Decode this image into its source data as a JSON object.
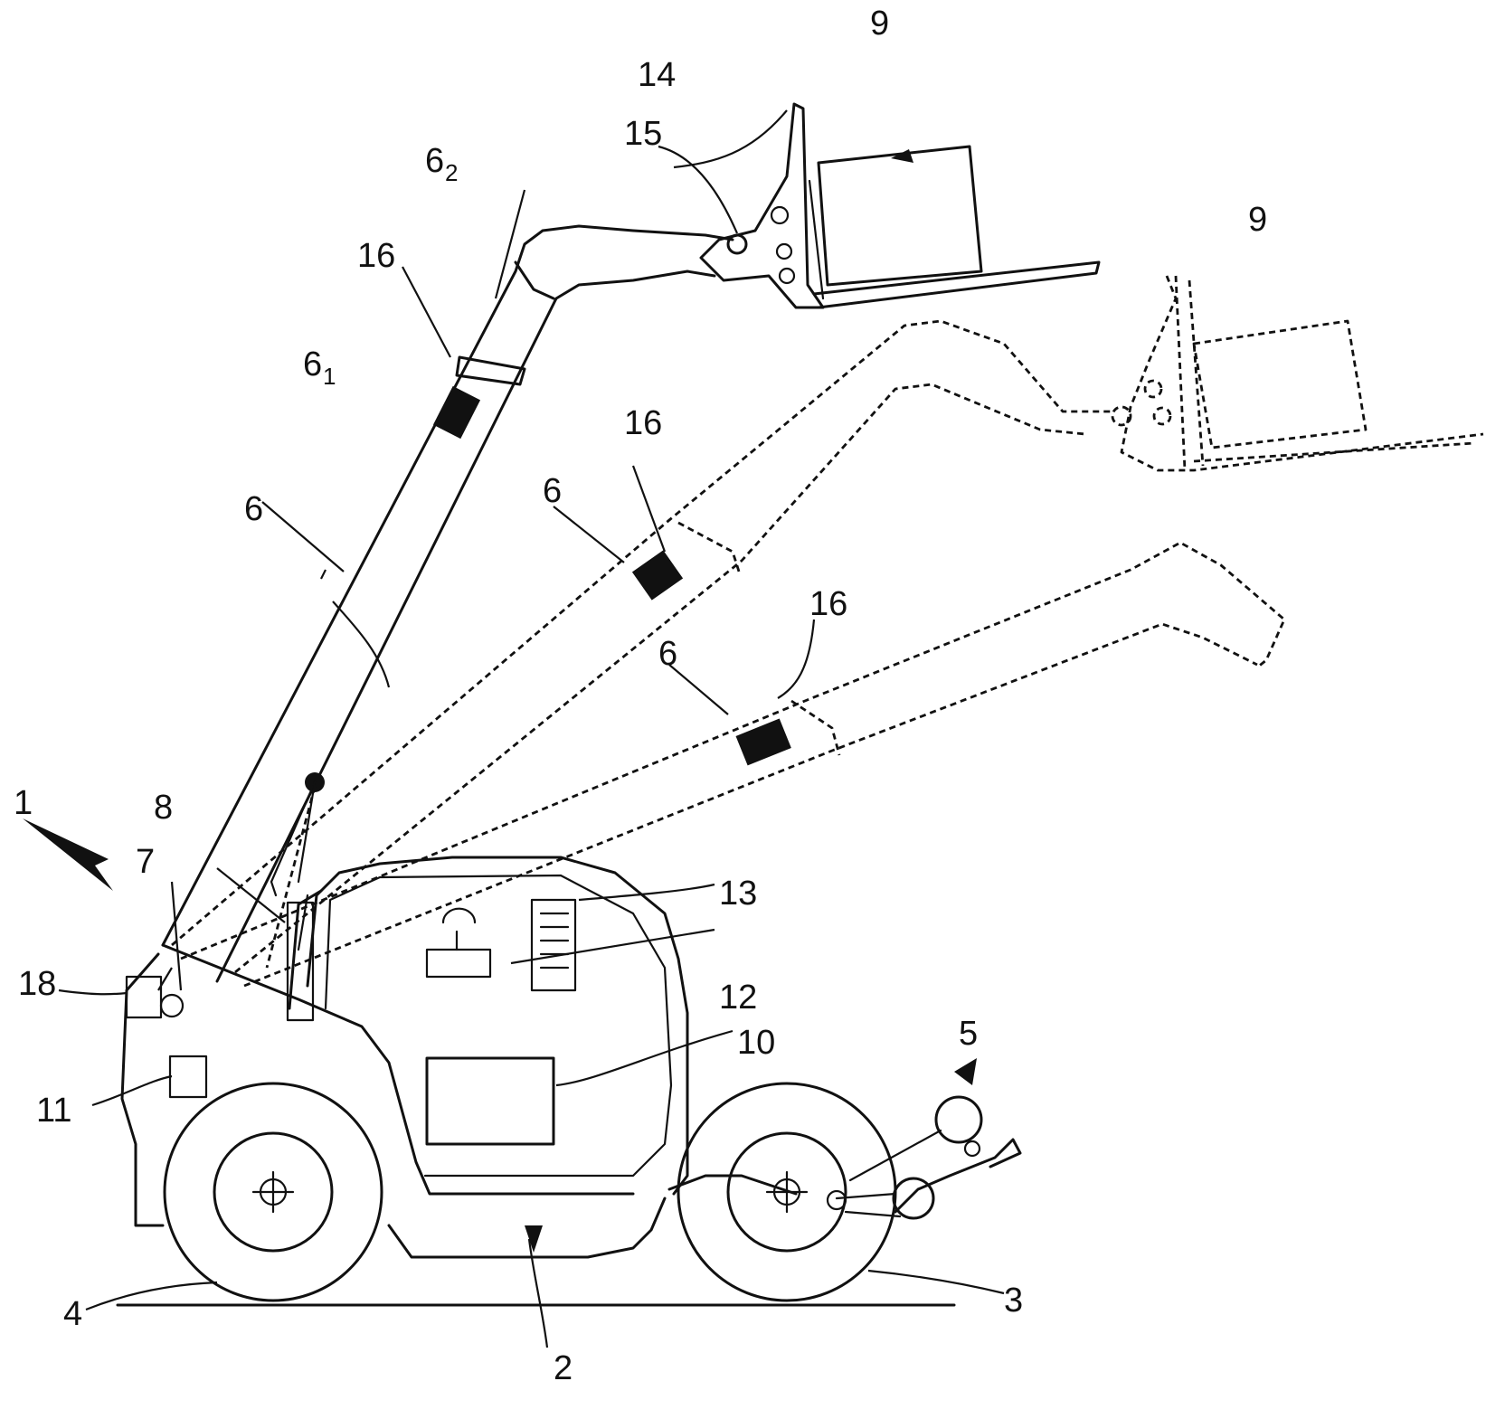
{
  "labels": {
    "r1": "1",
    "r2": "2",
    "r3": "3",
    "r4": "4",
    "r5": "5",
    "r6_main": "6",
    "r6_dash1": "6",
    "r6_dash2": "6",
    "r6_1": "6",
    "r6_1_sub": "1",
    "r6_2": "6",
    "r6_2_sub": "2",
    "r7": "7",
    "r8": "8",
    "r9_solid": "9",
    "r9_dash": "9",
    "r10": "10",
    "r11": "11",
    "r12": "12",
    "r13": "13",
    "r14": "14",
    "r15": "15",
    "r16_a": "16",
    "r16_b": "16",
    "r16_c": "16",
    "r18": "18"
  }
}
